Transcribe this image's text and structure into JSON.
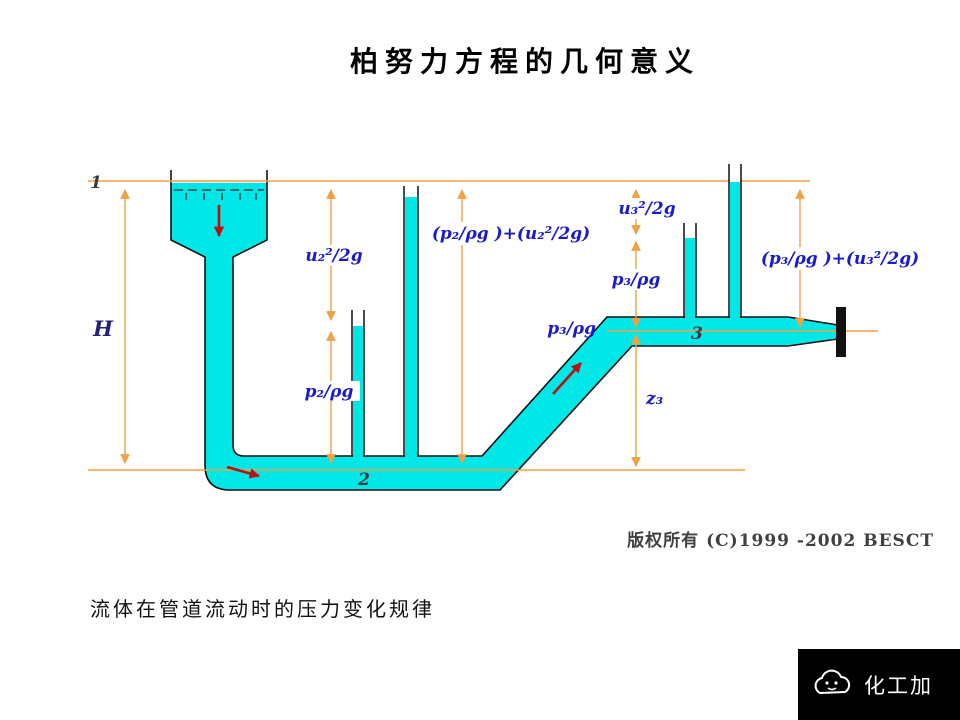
{
  "slide": {
    "title": "柏努力方程的几何意义",
    "caption": "流体在管道流动时的压力变化规律",
    "copyright": "版权所有 (C)1999 -2002 BESCT",
    "watermark_text": "化工加"
  },
  "diagram": {
    "point_labels": {
      "p1": "1",
      "p2": "2",
      "p3": "3"
    },
    "head_labels": {
      "H": "H",
      "u2": "u₂²/2g",
      "p2": "p₂/ρg",
      "total2": "(p₂/ρg )+(u₂²/2g)",
      "u3": "u₃²/2g",
      "p3": "p₃/ρg",
      "p3_line": "p₃/ρg",
      "total3": "(p₃/ρg )+(u₃²/2g)",
      "z3": "z₃"
    },
    "colors": {
      "fluid": "#00e7e7",
      "dimension_line": "#f0a143",
      "formula_text": "#1a1acc",
      "flow_arrow": "#bb1111"
    }
  }
}
